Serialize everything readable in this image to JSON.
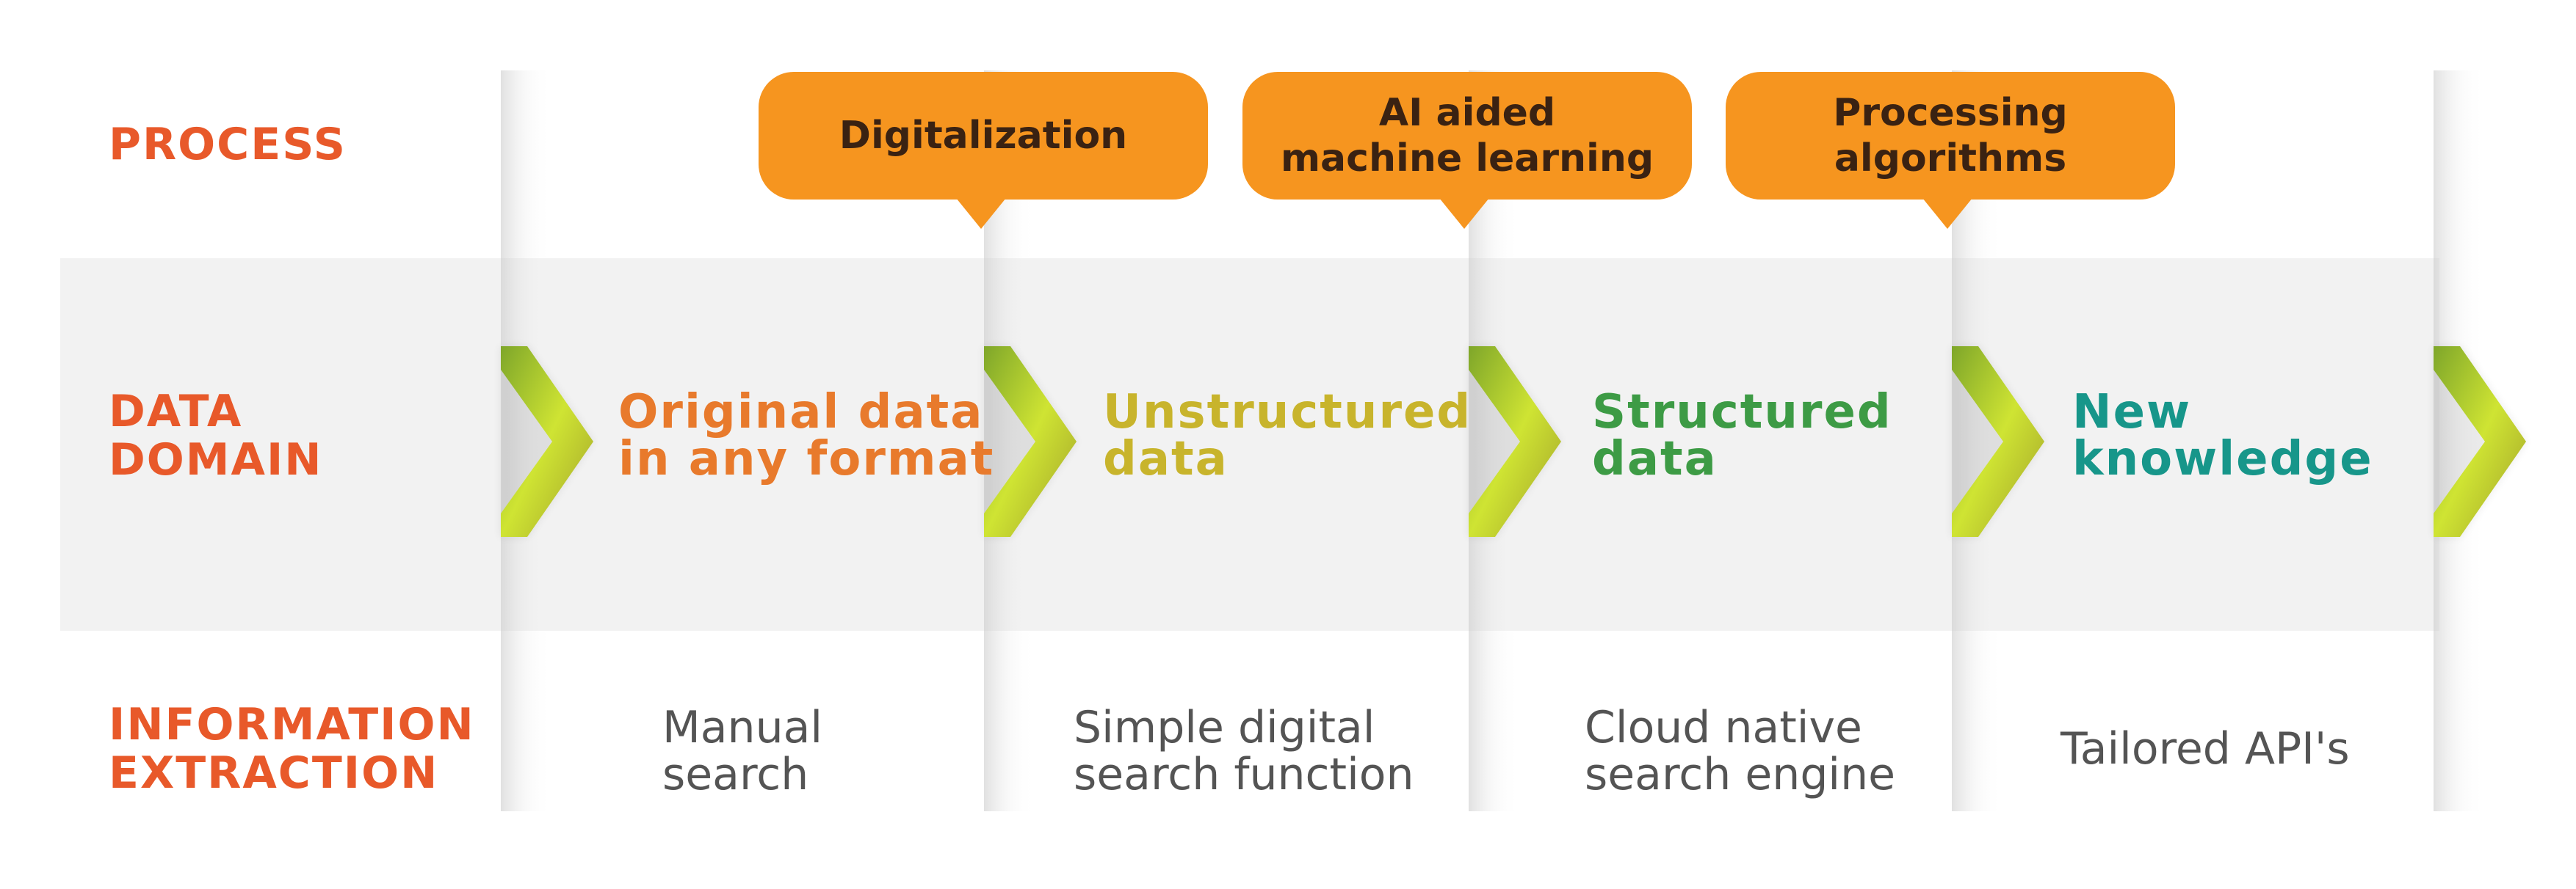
{
  "rows": {
    "process": "PROCESS",
    "data_domain": "DATA\nDOMAIN",
    "information_extraction": "INFORMATION\nEXTRACTION"
  },
  "process_steps": [
    {
      "label": "Digitalization"
    },
    {
      "label": "AI aided\nmachine learning"
    },
    {
      "label": "Processing\nalgorithms"
    }
  ],
  "data_stages": [
    {
      "label": "Original data\nin any format",
      "color": "#e87a2c"
    },
    {
      "label": "Unstructured\ndata",
      "color": "#c8b42c"
    },
    {
      "label": "Structured\ndata",
      "color": "#3d9b45"
    },
    {
      "label": "New\nknowledge",
      "color": "#17968a"
    }
  ],
  "extraction_methods": [
    {
      "label": "Manual\nsearch"
    },
    {
      "label": "Simple digital\nsearch function"
    },
    {
      "label": "Cloud native\nsearch engine"
    },
    {
      "label": "Tailored API's"
    }
  ],
  "colors": {
    "row_label": "#e8592a",
    "bubble": "#f6951f",
    "bubble_text": "#3a2212",
    "band": "#f2f2f2",
    "chevron_light": "#cbe132",
    "chevron_dark": "#8faa22",
    "extraction_text": "#545454"
  }
}
